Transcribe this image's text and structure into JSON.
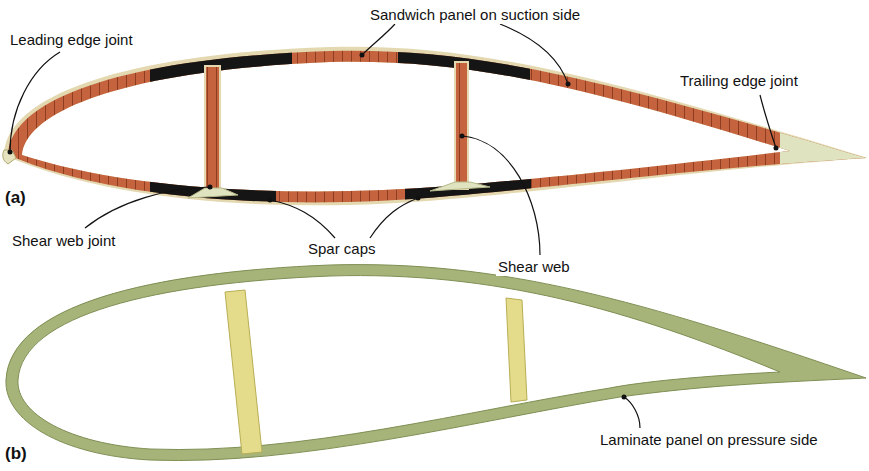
{
  "diagram": {
    "labels": [
      "Leading edge joint",
      "Sandwich panel on suction side",
      "Trailing edge joint",
      "(a)",
      "Shear web joint",
      "Spar caps",
      "Shear web",
      "(b)",
      "Laminate panel on pressure side"
    ]
  }
}
